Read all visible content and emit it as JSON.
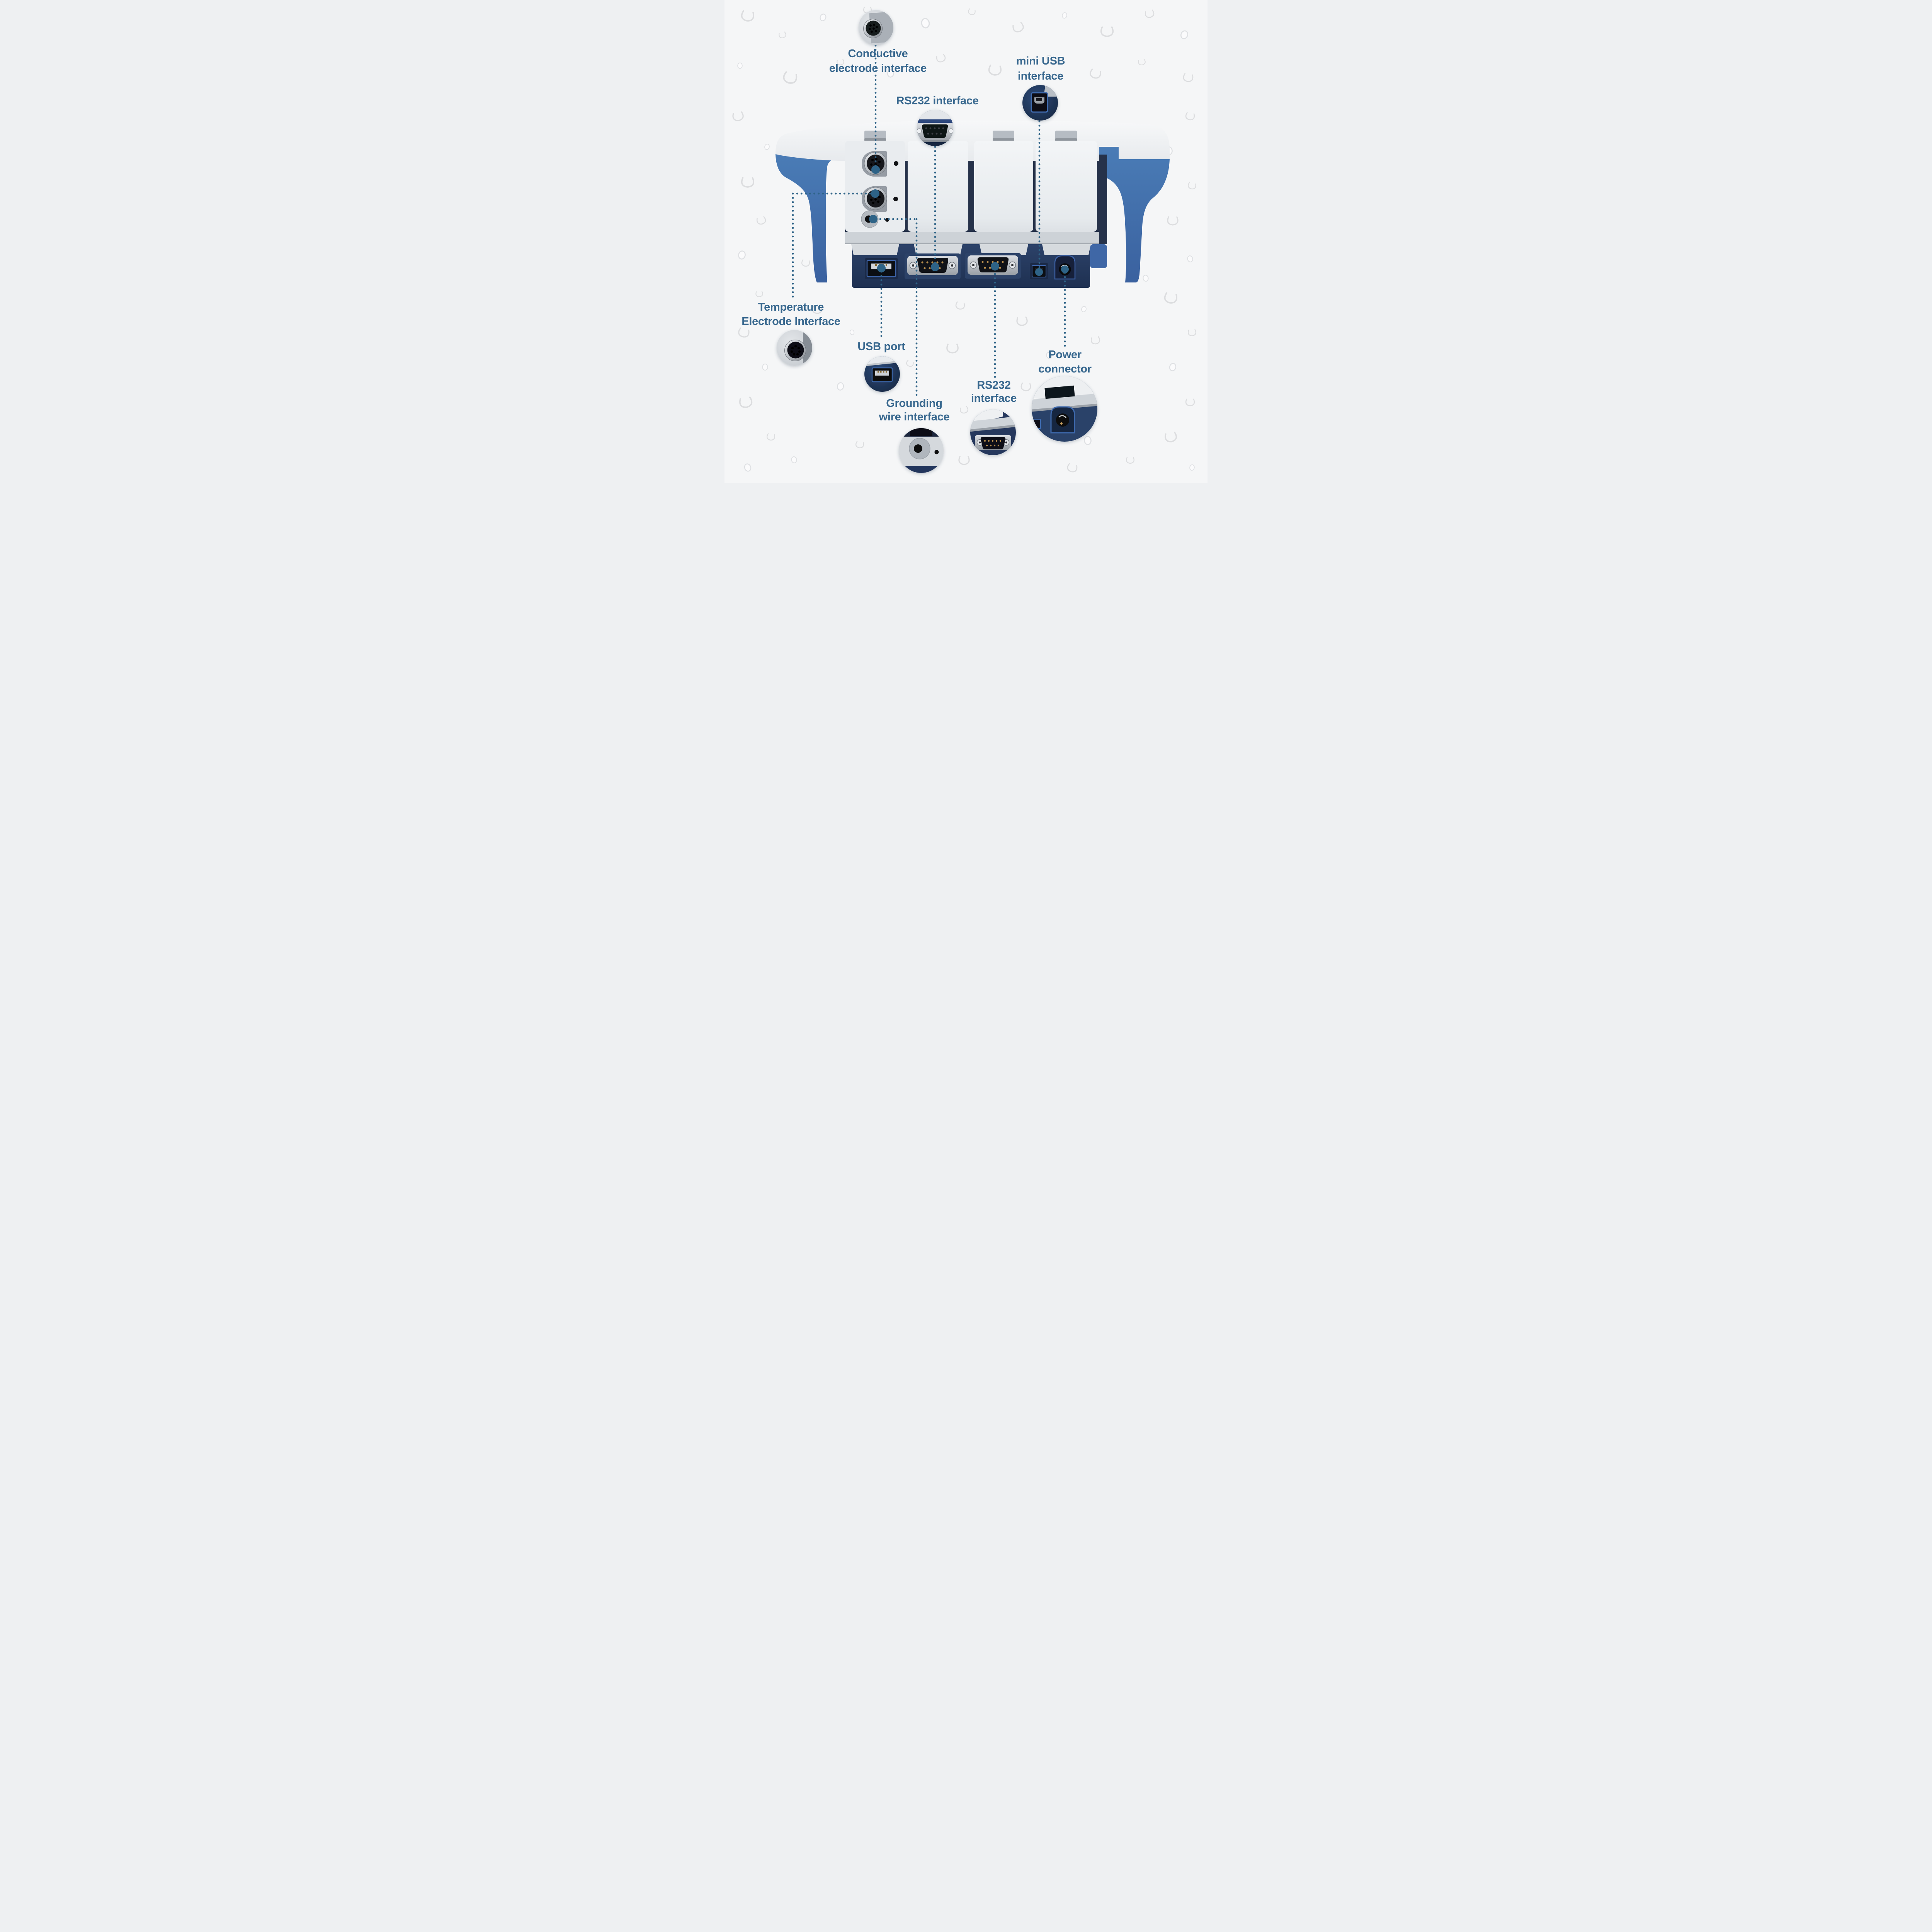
{
  "diagram": {
    "labels": {
      "conductive": {
        "line1": "Conductive",
        "line2": "electrode interface"
      },
      "rs232_top": {
        "line1": "RS232 interface"
      },
      "mini_usb": {
        "line1": "mini USB",
        "line2": "interface"
      },
      "temperature": {
        "line1": "Temperature",
        "line2": "Electrode Interface"
      },
      "usb_port": {
        "line1": "USB port"
      },
      "grounding": {
        "line1": "Grounding",
        "line2": "wire interface"
      },
      "rs232_bottom": {
        "line1": "RS232",
        "line2": "interface"
      },
      "power": {
        "line1": "Power",
        "line2": "connector"
      }
    },
    "colors": {
      "label_text": "#37678e",
      "leader_dots": "#2e6387",
      "body_blue": "#4477b2",
      "panel_navy": "#243760",
      "housing_white": "#f1f3f5",
      "port_outline_blue": "#3d63a8",
      "background": "#f5f6f7"
    }
  }
}
